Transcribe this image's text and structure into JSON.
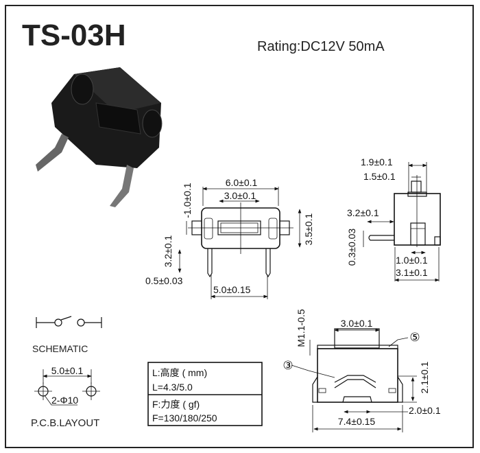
{
  "header": {
    "model": "TS-03H",
    "rating": "Rating:DC12V 50mA"
  },
  "front_view": {
    "width": "6.0±0.1",
    "button_width": "3.0±0.1",
    "tab_height": "-1.0±0.1",
    "body_height": "3.5±0.1",
    "pin_length": "3.2±0.1",
    "pin_thickness": "0.5±0.03",
    "pin_pitch": "5.0±0.15"
  },
  "side_view": {
    "stem_width": "1.9±0.1",
    "button_width": "1.5±0.1",
    "pin_length": "3.2±0.1",
    "pin_thickness": "0.3±0.03",
    "slot_width": "1.0±0.1",
    "body_depth": "3.1±0.1"
  },
  "bottom_view": {
    "thread": "M1.1-0.5",
    "button_width": "3.0±0.1",
    "callout_5": "⑤",
    "callout_3": "③",
    "height": "2.1±0.1",
    "notch": "2.0±0.1",
    "width": "7.4±0.15"
  },
  "schematic": {
    "label": "SCHEMATIC"
  },
  "pcb": {
    "pitch": "5.0±0.1",
    "holes": "2-Φ10",
    "label": "P.C.B.LAYOUT"
  },
  "spec_table": {
    "rows": [
      {
        "title": "L:高度 ( mm)",
        "value": "L=4.3/5.0"
      },
      {
        "title": "F:力度 ( gf)",
        "value": "F=130/180/250"
      }
    ]
  }
}
